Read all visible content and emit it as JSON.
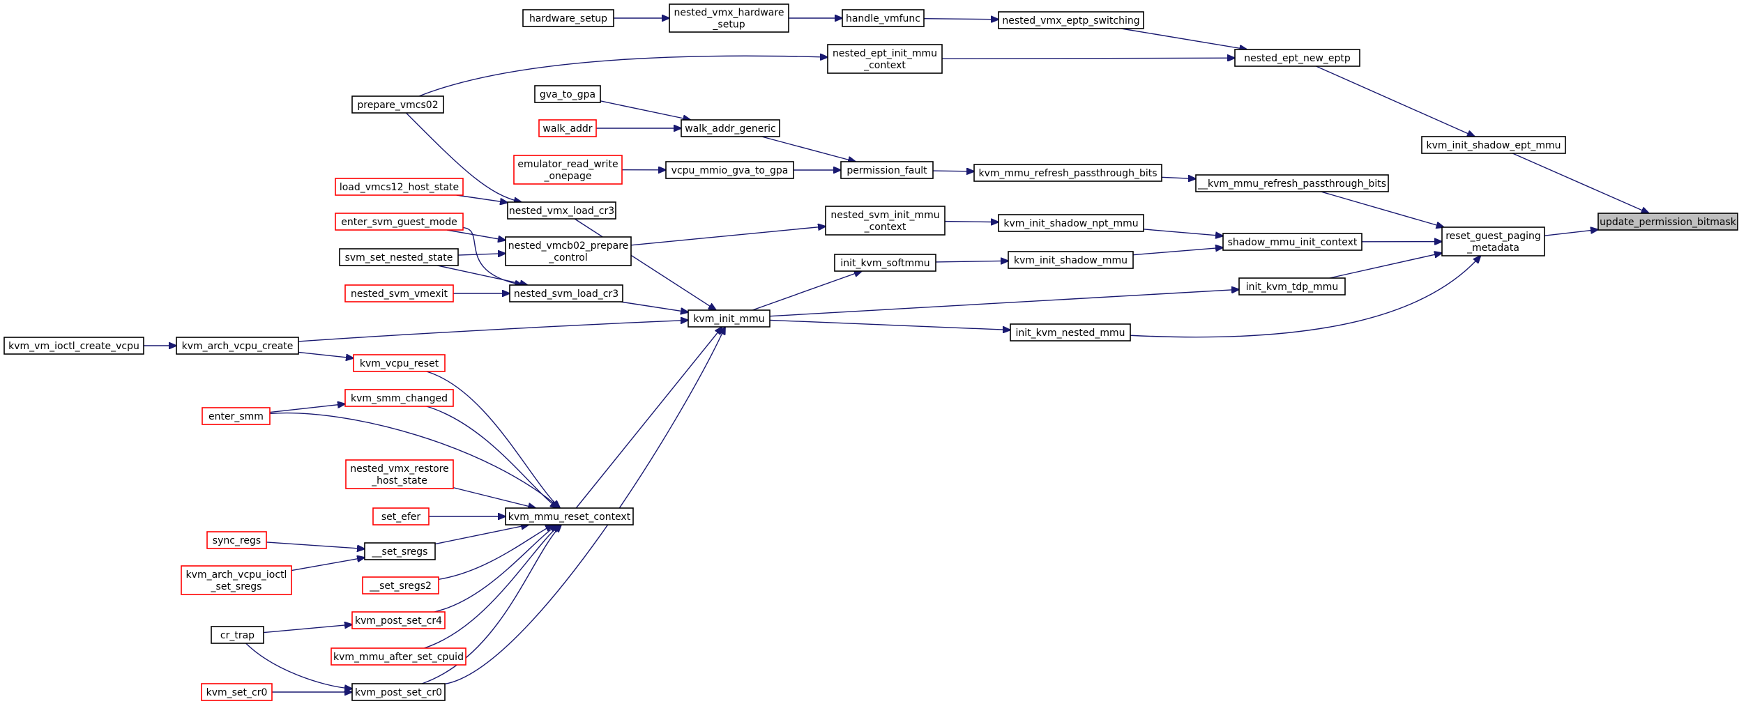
{
  "graph": {
    "edge_color": "#191970",
    "plain_border": "#000000",
    "red_border": "#ff0000",
    "root_fill": "#bfbfbf",
    "nodes": [
      {
        "id": "update_permission_bitmask",
        "lines": [
          "update_permission_bitmask"
        ],
        "style": "root"
      },
      {
        "id": "reset_guest_paging_metadata",
        "lines": [
          "reset_guest_paging",
          "_metadata"
        ],
        "style": "plain"
      },
      {
        "id": "kvm_init_shadow_ept_mmu",
        "lines": [
          "kvm_init_shadow_ept_mmu"
        ],
        "style": "plain"
      },
      {
        "id": "nested_ept_new_eptp",
        "lines": [
          "nested_ept_new_eptp"
        ],
        "style": "plain"
      },
      {
        "id": "nested_vmx_eptp_switching",
        "lines": [
          "nested_vmx_eptp_switching"
        ],
        "style": "plain"
      },
      {
        "id": "handle_vmfunc",
        "lines": [
          "handle_vmfunc"
        ],
        "style": "plain"
      },
      {
        "id": "nested_vmx_hardware_setup",
        "lines": [
          "nested_vmx_hardware",
          "_setup"
        ],
        "style": "plain"
      },
      {
        "id": "hardware_setup",
        "lines": [
          "hardware_setup"
        ],
        "style": "plain"
      },
      {
        "id": "nested_ept_init_mmu_context",
        "lines": [
          "nested_ept_init_mmu",
          "_context"
        ],
        "style": "plain"
      },
      {
        "id": "prepare_vmcs02",
        "lines": [
          "prepare_vmcs02"
        ],
        "style": "plain"
      },
      {
        "id": "gva_to_gpa",
        "lines": [
          "gva_to_gpa"
        ],
        "style": "plain"
      },
      {
        "id": "walk_addr",
        "lines": [
          "walk_addr"
        ],
        "style": "red"
      },
      {
        "id": "walk_addr_generic",
        "lines": [
          "walk_addr_generic"
        ],
        "style": "plain"
      },
      {
        "id": "emulator_read_write_onepage",
        "lines": [
          "emulator_read_write",
          "_onepage"
        ],
        "style": "red"
      },
      {
        "id": "vcpu_mmio_gva_to_gpa",
        "lines": [
          "vcpu_mmio_gva_to_gpa"
        ],
        "style": "plain"
      },
      {
        "id": "permission_fault",
        "lines": [
          "permission_fault"
        ],
        "style": "plain"
      },
      {
        "id": "kvm_mmu_refresh_passthrough_bits",
        "lines": [
          "kvm_mmu_refresh_passthrough_bits"
        ],
        "style": "plain"
      },
      {
        "id": "__kvm_mmu_refresh_passthrough_bits",
        "lines": [
          "__kvm_mmu_refresh_passthrough_bits"
        ],
        "style": "plain"
      },
      {
        "id": "load_vmcs12_host_state",
        "lines": [
          "load_vmcs12_host_state"
        ],
        "style": "red"
      },
      {
        "id": "nested_vmx_load_cr3",
        "lines": [
          "nested_vmx_load_cr3"
        ],
        "style": "plain"
      },
      {
        "id": "nested_svm_init_mmu_context",
        "lines": [
          "nested_svm_init_mmu",
          "_context"
        ],
        "style": "plain"
      },
      {
        "id": "kvm_init_shadow_npt_mmu",
        "lines": [
          "kvm_init_shadow_npt_mmu"
        ],
        "style": "plain"
      },
      {
        "id": "shadow_mmu_init_context",
        "lines": [
          "shadow_mmu_init_context"
        ],
        "style": "plain"
      },
      {
        "id": "enter_svm_guest_mode",
        "lines": [
          "enter_svm_guest_mode"
        ],
        "style": "red"
      },
      {
        "id": "nested_vmcb02_prepare_control",
        "lines": [
          "nested_vmcb02_prepare",
          "_control"
        ],
        "style": "plain"
      },
      {
        "id": "svm_set_nested_state",
        "lines": [
          "svm_set_nested_state"
        ],
        "style": "plain"
      },
      {
        "id": "init_kvm_softmmu",
        "lines": [
          "init_kvm_softmmu"
        ],
        "style": "plain"
      },
      {
        "id": "kvm_init_shadow_mmu",
        "lines": [
          "kvm_init_shadow_mmu"
        ],
        "style": "plain"
      },
      {
        "id": "nested_svm_vmexit",
        "lines": [
          "nested_svm_vmexit"
        ],
        "style": "red"
      },
      {
        "id": "nested_svm_load_cr3",
        "lines": [
          "nested_svm_load_cr3"
        ],
        "style": "plain"
      },
      {
        "id": "init_kvm_tdp_mmu",
        "lines": [
          "init_kvm_tdp_mmu"
        ],
        "style": "plain"
      },
      {
        "id": "kvm_init_mmu",
        "lines": [
          "kvm_init_mmu"
        ],
        "style": "plain"
      },
      {
        "id": "kvm_vm_ioctl_create_vcpu",
        "lines": [
          "kvm_vm_ioctl_create_vcpu"
        ],
        "style": "plain"
      },
      {
        "id": "kvm_arch_vcpu_create",
        "lines": [
          "kvm_arch_vcpu_create"
        ],
        "style": "plain"
      },
      {
        "id": "init_kvm_nested_mmu",
        "lines": [
          "init_kvm_nested_mmu"
        ],
        "style": "plain"
      },
      {
        "id": "kvm_vcpu_reset",
        "lines": [
          "kvm_vcpu_reset"
        ],
        "style": "red"
      },
      {
        "id": "kvm_smm_changed",
        "lines": [
          "kvm_smm_changed"
        ],
        "style": "red"
      },
      {
        "id": "enter_smm",
        "lines": [
          "enter_smm"
        ],
        "style": "red"
      },
      {
        "id": "nested_vmx_restore_host_state",
        "lines": [
          "nested_vmx_restore",
          "_host_state"
        ],
        "style": "red"
      },
      {
        "id": "set_efer",
        "lines": [
          "set_efer"
        ],
        "style": "red"
      },
      {
        "id": "kvm_mmu_reset_context",
        "lines": [
          "kvm_mmu_reset_context"
        ],
        "style": "plain"
      },
      {
        "id": "sync_regs",
        "lines": [
          "sync_regs"
        ],
        "style": "red"
      },
      {
        "id": "__set_sregs",
        "lines": [
          "__set_sregs"
        ],
        "style": "plain"
      },
      {
        "id": "kvm_arch_vcpu_ioctl_set_sregs",
        "lines": [
          "kvm_arch_vcpu_ioctl",
          "_set_sregs"
        ],
        "style": "red"
      },
      {
        "id": "__set_sregs2",
        "lines": [
          "__set_sregs2"
        ],
        "style": "red"
      },
      {
        "id": "cr_trap",
        "lines": [
          "cr_trap"
        ],
        "style": "plain"
      },
      {
        "id": "kvm_post_set_cr4",
        "lines": [
          "kvm_post_set_cr4"
        ],
        "style": "red"
      },
      {
        "id": "kvm_mmu_after_set_cpuid",
        "lines": [
          "kvm_mmu_after_set_cpuid"
        ],
        "style": "red"
      },
      {
        "id": "kvm_set_cr0",
        "lines": [
          "kvm_set_cr0"
        ],
        "style": "red"
      },
      {
        "id": "kvm_post_set_cr0",
        "lines": [
          "kvm_post_set_cr0"
        ],
        "style": "plain"
      }
    ],
    "edges": [
      {
        "from": "reset_guest_paging_metadata",
        "to": "update_permission_bitmask"
      },
      {
        "from": "kvm_init_shadow_ept_mmu",
        "to": "update_permission_bitmask"
      },
      {
        "from": "nested_ept_new_eptp",
        "to": "kvm_init_shadow_ept_mmu"
      },
      {
        "from": "nested_vmx_eptp_switching",
        "to": "nested_ept_new_eptp"
      },
      {
        "from": "nested_ept_init_mmu_context",
        "to": "nested_ept_new_eptp"
      },
      {
        "from": "handle_vmfunc",
        "to": "nested_vmx_eptp_switching"
      },
      {
        "from": "nested_vmx_hardware_setup",
        "to": "handle_vmfunc"
      },
      {
        "from": "hardware_setup",
        "to": "nested_vmx_hardware_setup"
      },
      {
        "from": "prepare_vmcs02",
        "to": "nested_ept_init_mmu_context"
      },
      {
        "from": "gva_to_gpa",
        "to": "walk_addr_generic"
      },
      {
        "from": "walk_addr",
        "to": "walk_addr_generic"
      },
      {
        "from": "walk_addr_generic",
        "to": "permission_fault"
      },
      {
        "from": "emulator_read_write_onepage",
        "to": "vcpu_mmio_gva_to_gpa"
      },
      {
        "from": "vcpu_mmio_gva_to_gpa",
        "to": "permission_fault"
      },
      {
        "from": "permission_fault",
        "to": "kvm_mmu_refresh_passthrough_bits"
      },
      {
        "from": "kvm_mmu_refresh_passthrough_bits",
        "to": "__kvm_mmu_refresh_passthrough_bits"
      },
      {
        "from": "__kvm_mmu_refresh_passthrough_bits",
        "to": "reset_guest_paging_metadata"
      },
      {
        "from": "shadow_mmu_init_context",
        "to": "reset_guest_paging_metadata"
      },
      {
        "from": "init_kvm_tdp_mmu",
        "to": "reset_guest_paging_metadata"
      },
      {
        "from": "init_kvm_nested_mmu",
        "to": "reset_guest_paging_metadata"
      },
      {
        "from": "kvm_init_shadow_npt_mmu",
        "to": "shadow_mmu_init_context"
      },
      {
        "from": "kvm_init_shadow_mmu",
        "to": "shadow_mmu_init_context"
      },
      {
        "from": "nested_svm_init_mmu_context",
        "to": "kvm_init_shadow_npt_mmu"
      },
      {
        "from": "nested_vmcb02_prepare_control",
        "to": "nested_svm_init_mmu_context"
      },
      {
        "from": "init_kvm_softmmu",
        "to": "kvm_init_shadow_mmu"
      },
      {
        "from": "kvm_init_mmu",
        "to": "init_kvm_softmmu"
      },
      {
        "from": "kvm_init_mmu",
        "to": "init_kvm_tdp_mmu"
      },
      {
        "from": "kvm_init_mmu",
        "to": "init_kvm_nested_mmu"
      },
      {
        "from": "prepare_vmcs02",
        "to": "nested_vmx_load_cr3"
      },
      {
        "from": "load_vmcs12_host_state",
        "to": "nested_vmx_load_cr3"
      },
      {
        "from": "nested_vmx_load_cr3",
        "to": "kvm_init_mmu"
      },
      {
        "from": "enter_svm_guest_mode",
        "to": "nested_vmcb02_prepare_control"
      },
      {
        "from": "svm_set_nested_state",
        "to": "nested_vmcb02_prepare_control"
      },
      {
        "from": "enter_svm_guest_mode",
        "to": "nested_svm_load_cr3"
      },
      {
        "from": "svm_set_nested_state",
        "to": "nested_svm_load_cr3"
      },
      {
        "from": "nested_svm_vmexit",
        "to": "nested_svm_load_cr3"
      },
      {
        "from": "nested_svm_load_cr3",
        "to": "kvm_init_mmu"
      },
      {
        "from": "kvm_arch_vcpu_create",
        "to": "kvm_init_mmu"
      },
      {
        "from": "kvm_mmu_reset_context",
        "to": "kvm_init_mmu"
      },
      {
        "from": "kvm_post_set_cr0",
        "to": "kvm_init_mmu"
      },
      {
        "from": "kvm_vm_ioctl_create_vcpu",
        "to": "kvm_arch_vcpu_create"
      },
      {
        "from": "kvm_arch_vcpu_create",
        "to": "kvm_vcpu_reset"
      },
      {
        "from": "kvm_vcpu_reset",
        "to": "kvm_mmu_reset_context"
      },
      {
        "from": "kvm_smm_changed",
        "to": "kvm_mmu_reset_context"
      },
      {
        "from": "enter_smm",
        "to": "kvm_smm_changed"
      },
      {
        "from": "enter_smm",
        "to": "kvm_mmu_reset_context"
      },
      {
        "from": "nested_vmx_restore_host_state",
        "to": "kvm_mmu_reset_context"
      },
      {
        "from": "set_efer",
        "to": "kvm_mmu_reset_context"
      },
      {
        "from": "__set_sregs",
        "to": "kvm_mmu_reset_context"
      },
      {
        "from": "__set_sregs2",
        "to": "kvm_mmu_reset_context"
      },
      {
        "from": "kvm_post_set_cr4",
        "to": "kvm_mmu_reset_context"
      },
      {
        "from": "kvm_mmu_after_set_cpuid",
        "to": "kvm_mmu_reset_context"
      },
      {
        "from": "kvm_post_set_cr0",
        "to": "kvm_mmu_reset_context"
      },
      {
        "from": "sync_regs",
        "to": "__set_sregs"
      },
      {
        "from": "kvm_arch_vcpu_ioctl_set_sregs",
        "to": "__set_sregs"
      },
      {
        "from": "cr_trap",
        "to": "kvm_post_set_cr4"
      },
      {
        "from": "cr_trap",
        "to": "kvm_post_set_cr0"
      },
      {
        "from": "kvm_set_cr0",
        "to": "kvm_post_set_cr0"
      }
    ]
  }
}
